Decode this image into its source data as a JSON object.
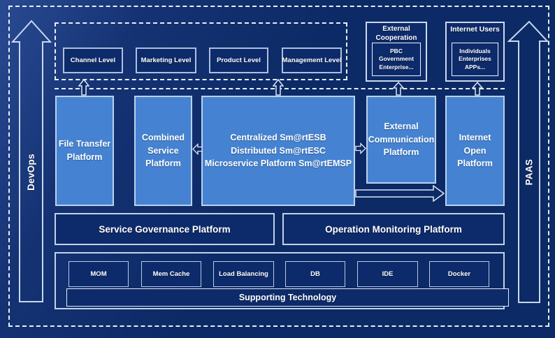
{
  "diagram": {
    "rails": {
      "left": "DevOps",
      "right": "PAAS"
    },
    "levels": [
      "Channel Level",
      "Marketing Level",
      "Product Level",
      "Management Level"
    ],
    "external_cooperation": {
      "title": "External Cooperation",
      "members": "PBC Government Enterprise..."
    },
    "internet_users": {
      "title": "Internet Users",
      "members": "Individuals Enterprises APPs..."
    },
    "platforms": {
      "file_transfer": "File Transfer Platform",
      "combined_service": "Combined Service Platform",
      "central_lines": [
        "Centralized Sm@rtESB",
        "Distributed Sm@rtESC",
        "Microservice Platform Sm@rtEMSP"
      ],
      "external_communication": "External Communication Platform",
      "internet_open": "Internet Open Platform"
    },
    "governance": "Service Governance Platform",
    "monitoring": "Operation Monitoring Platform",
    "technologies": [
      "MOM",
      "Mem Cache",
      "Load Balancing",
      "DB",
      "IDE",
      "Docker"
    ],
    "supporting_bar": "Supporting Technology",
    "colors": {
      "background": "#0c2a65",
      "platform_blue": "#4583d2",
      "dark_box": "#0d2b6a",
      "outline": "#c9d8f0",
      "dashed_line": "#e9eef8"
    }
  }
}
